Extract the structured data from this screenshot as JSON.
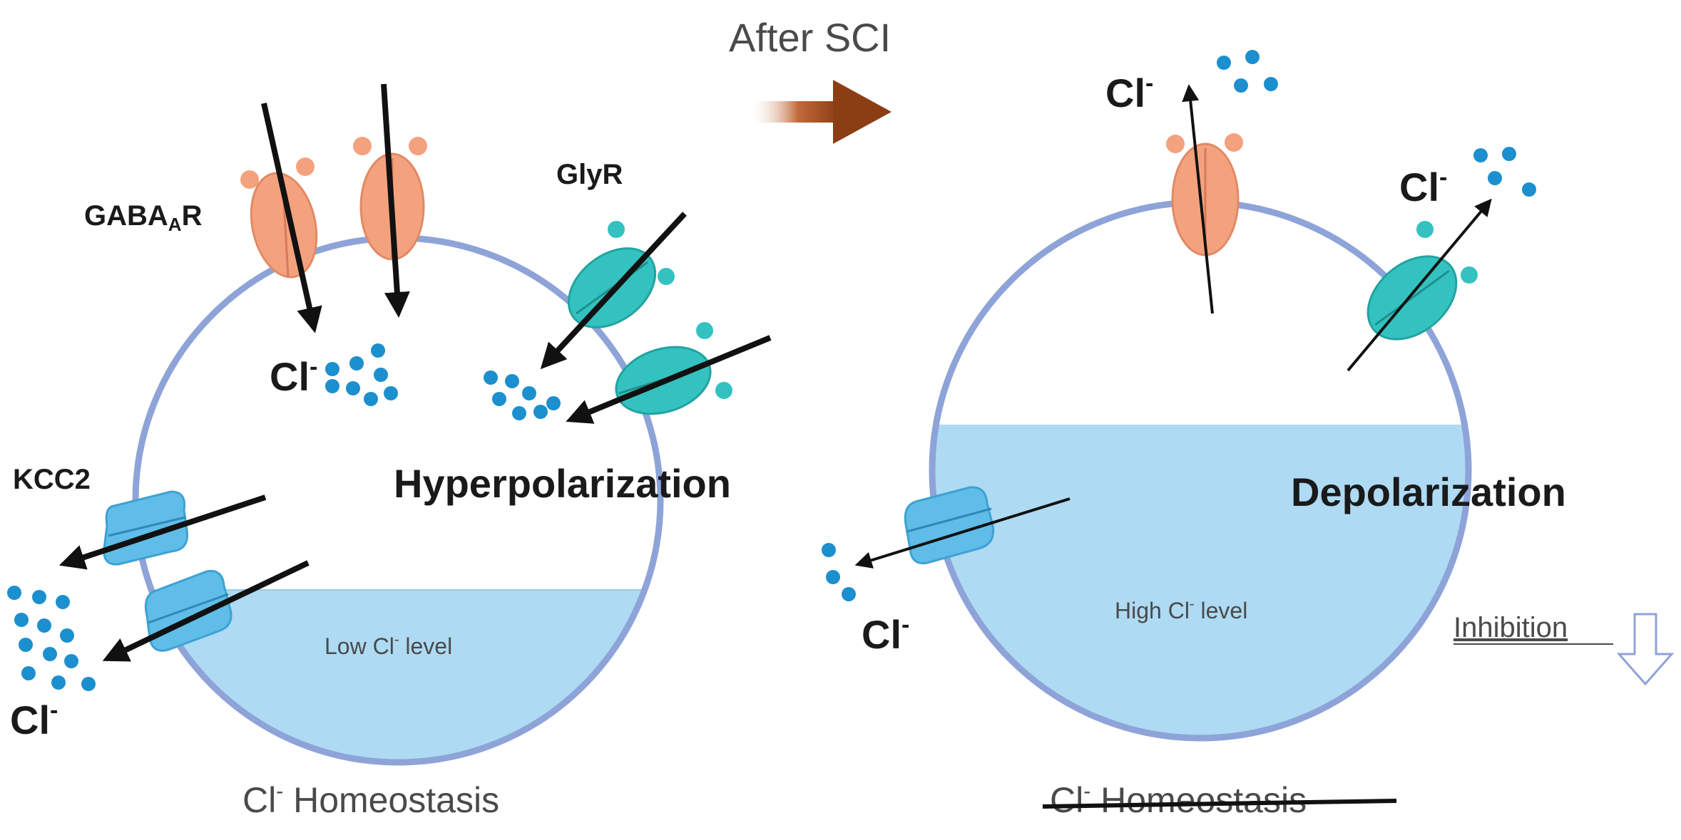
{
  "transition": {
    "label": "After SCI"
  },
  "left_cell": {
    "gaba_label_main": "GABA",
    "gaba_label_sub": "A",
    "gaba_label_end": "R",
    "glyr_label": "GlyR",
    "kcc2_label": "KCC2",
    "state_label": "Hyperpolarization",
    "level_label_pre": "Low Cl",
    "level_label_sup": "-",
    "level_label_post": " level",
    "ion_label_gaba_main": "Cl",
    "ion_label_gaba_sup": "-",
    "ion_label_kcc2_main": "Cl",
    "ion_label_kcc2_sup": "-",
    "caption_main": "Cl",
    "caption_sup": "-",
    "caption_post": " Homeostasis"
  },
  "right_cell": {
    "state_label": "Depolarization",
    "level_label_pre": "High Cl",
    "level_label_sup": "-",
    "level_label_post": " level",
    "ion_label_top_main": "Cl",
    "ion_label_top_sup": "-",
    "ion_label_glyr_main": "Cl",
    "ion_label_glyr_sup": "-",
    "ion_label_kcc2_main": "Cl",
    "ion_label_kcc2_sup": "-",
    "inhibition_label": "Inhibition",
    "caption_main": "Cl",
    "caption_sup": "-",
    "caption_post": " Homeostasis"
  },
  "colors": {
    "membrane": "#8ea3d8",
    "cytoplasm_fill": "#aedaf3",
    "gaba_receptor": "#f4a27e",
    "glycine_receptor": "#33c2c0",
    "kcc2_transporter": "#5fbde8",
    "ion_dot": "#1c8fcf",
    "transition_arrow": "#8b3e14",
    "inhibition_arrow": "#8ea3d8"
  }
}
